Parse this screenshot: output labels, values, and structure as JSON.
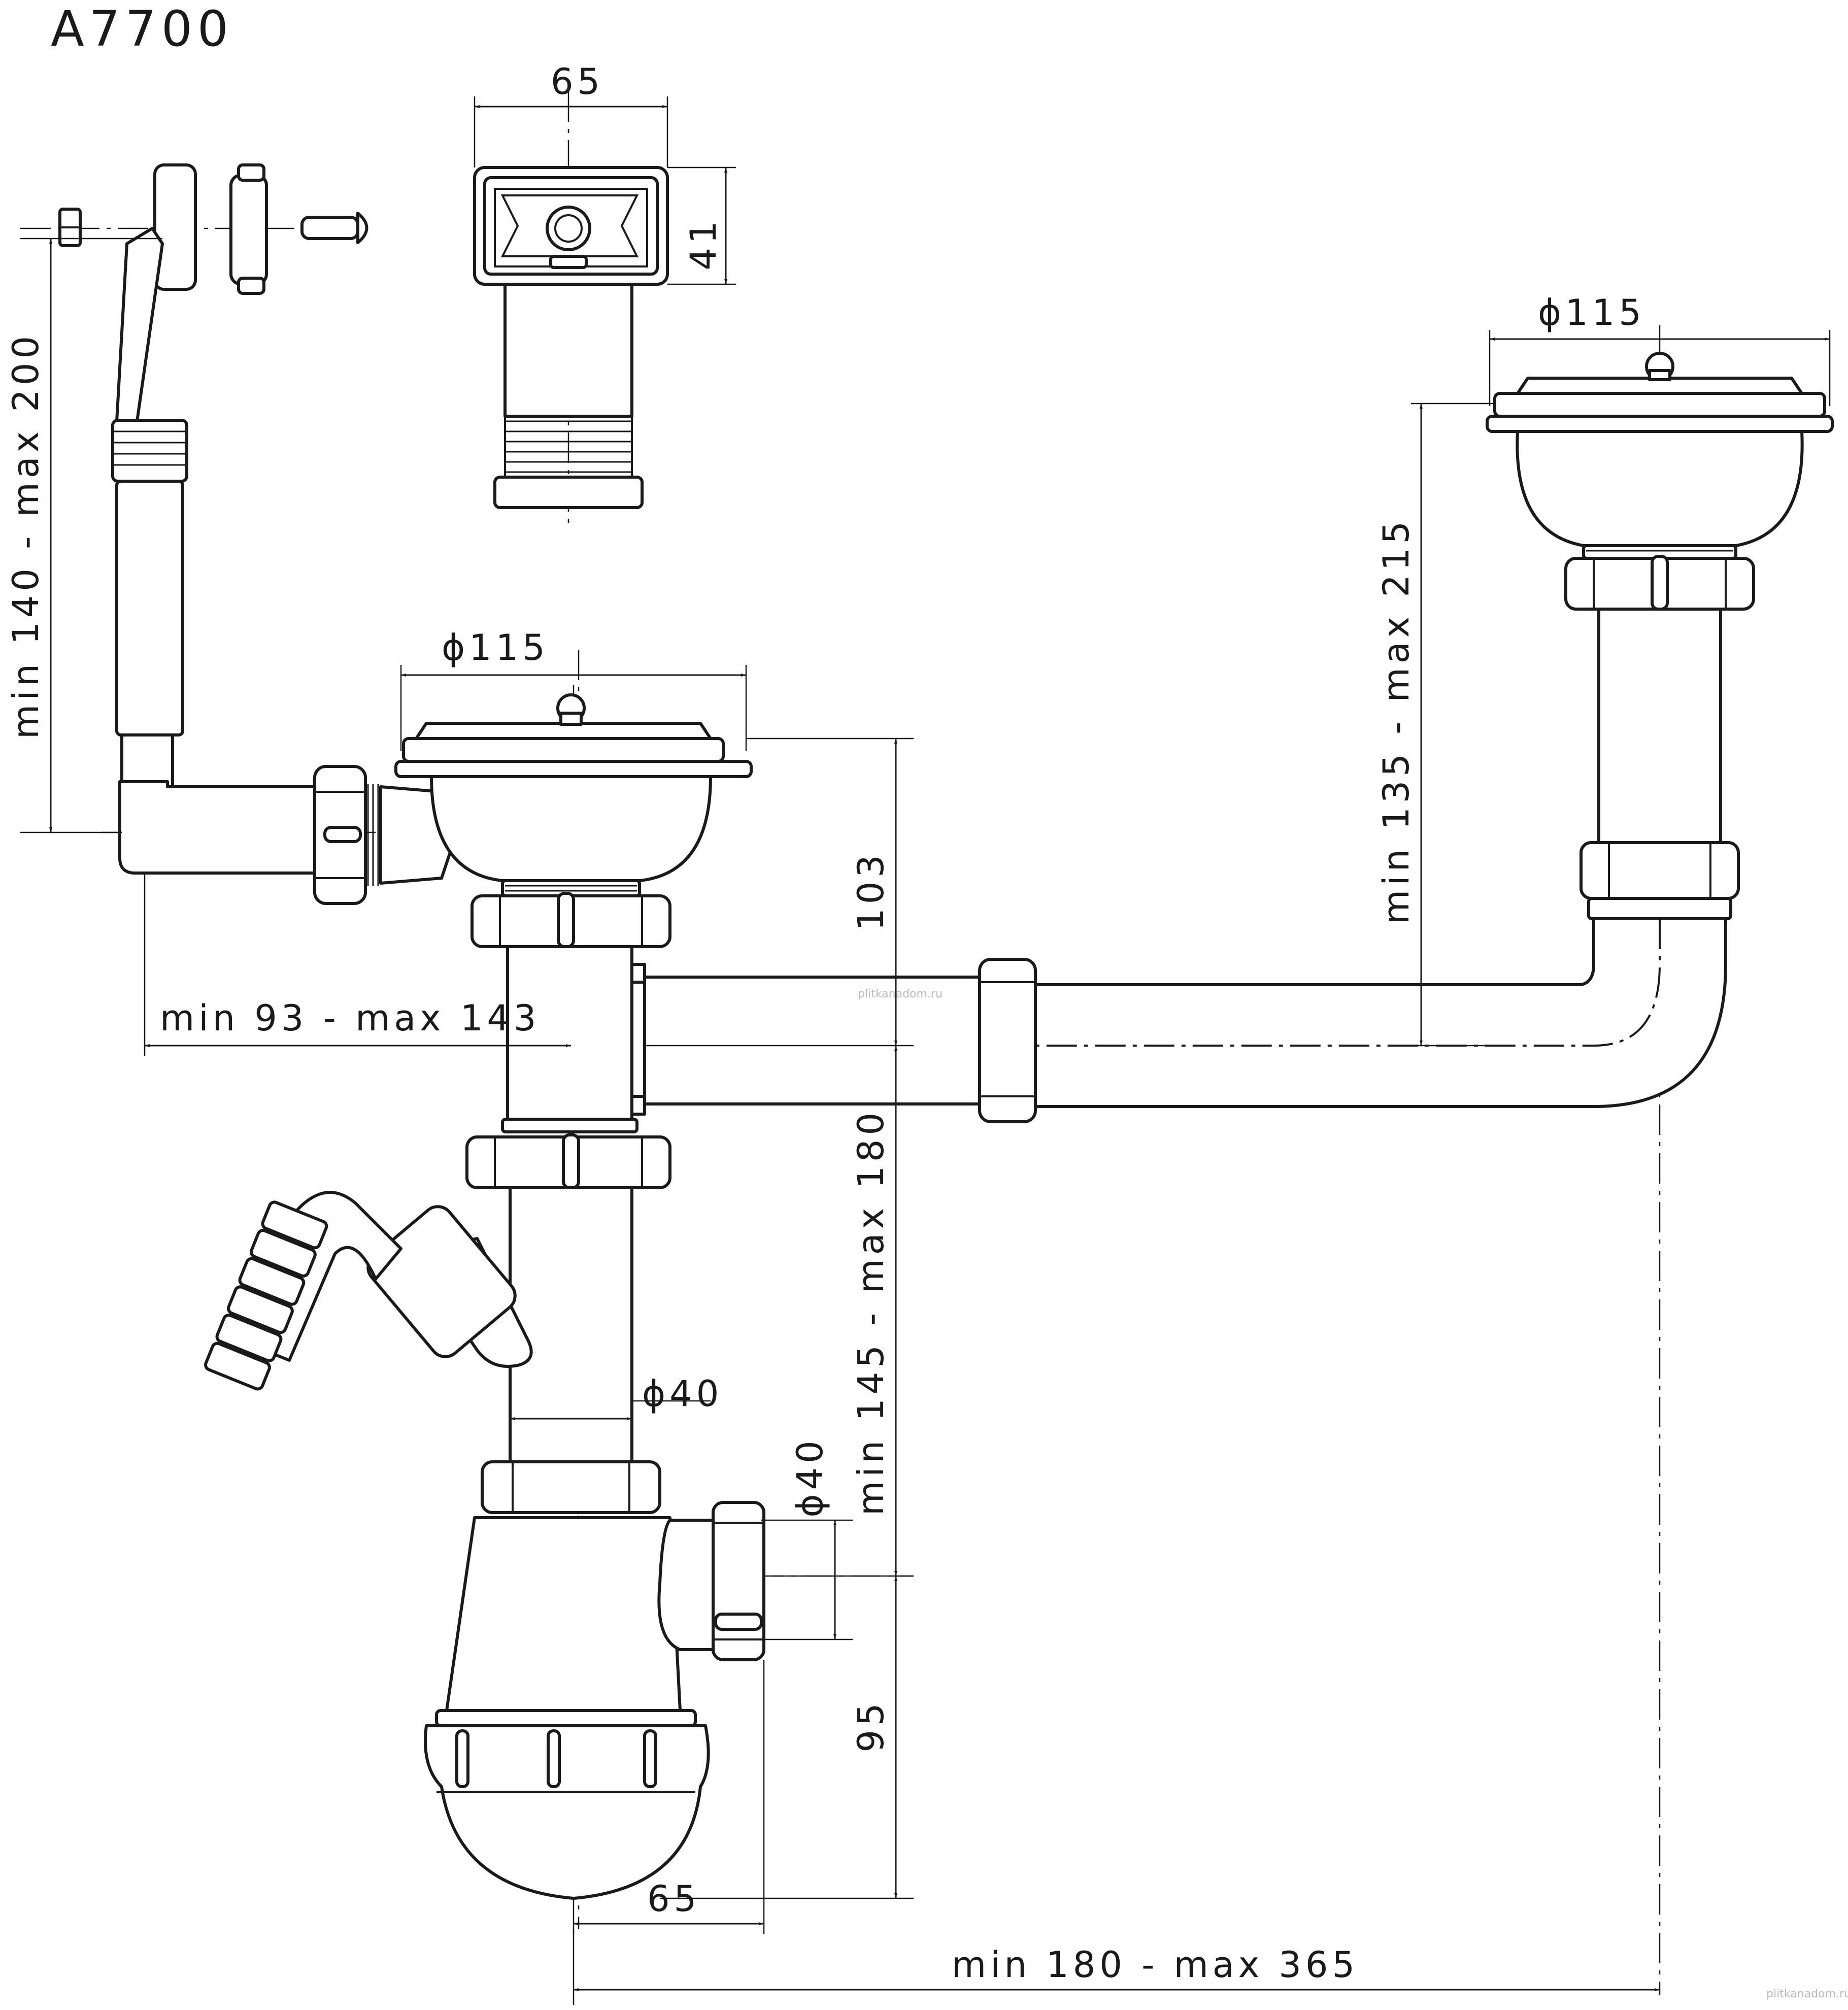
{
  "title": "A7700",
  "watermark": "plitkanadom.ru",
  "dimensions": {
    "overflow_width": "65",
    "overflow_height": "41",
    "right_bowl_diameter": "ϕ115",
    "left_bowl_diameter": "ϕ115",
    "overflow_range": "min 140 - max 200",
    "right_height_range": "min 135 - max 215",
    "left_bowl_height": "103",
    "horizontal_offset_range": "min 93 - max 143",
    "trap_height_range": "min 145 - max 180",
    "pipe_diameter": "ϕ40",
    "outlet_diameter": "ϕ40",
    "trap_outlet_height": "95",
    "trap_outlet_offset": "65",
    "bowl_spacing_range": "min 180 - max 365"
  }
}
